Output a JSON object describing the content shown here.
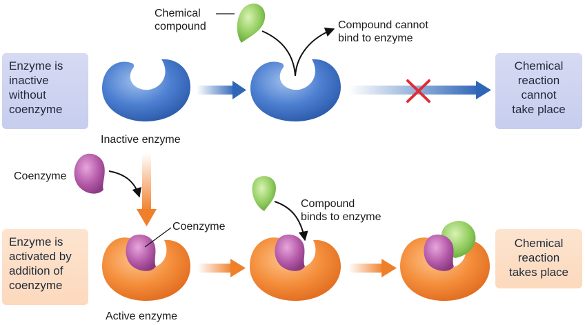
{
  "colors": {
    "enzyme_blue": "#3f6fc4",
    "enzyme_orange": "#f08a35",
    "coenzyme_purple": "#a9509d",
    "compound_green": "#8cc95a",
    "arrow_blue": "#2f67b8",
    "arrow_orange": "#f07f2a",
    "cross_red": "#e02d34",
    "box_blue": "#cdd2f0",
    "box_orange": "#fdddc2"
  },
  "top_row": {
    "left_box": [
      "Enzyme is",
      "inactive",
      "without",
      "coenzyme"
    ],
    "enzyme_caption": "Inactive enzyme",
    "compound_label": [
      "Chemical",
      "compound"
    ],
    "cannot_bind_label": [
      "Compound cannot",
      "bind to enzyme"
    ],
    "right_box": [
      "Chemical",
      "reaction",
      "cannot",
      "take place"
    ]
  },
  "bottom_row": {
    "coenzyme_label_left": "Coenzyme",
    "coenzyme_label_pointer": "Coenzyme",
    "binds_label": [
      "Compound",
      "binds to enzyme"
    ],
    "left_box": [
      "Enzyme is",
      "activated by",
      "addition of",
      "coenzyme"
    ],
    "enzyme_caption": "Active enzyme",
    "right_box": [
      "Chemical",
      "reaction",
      "takes place"
    ]
  }
}
